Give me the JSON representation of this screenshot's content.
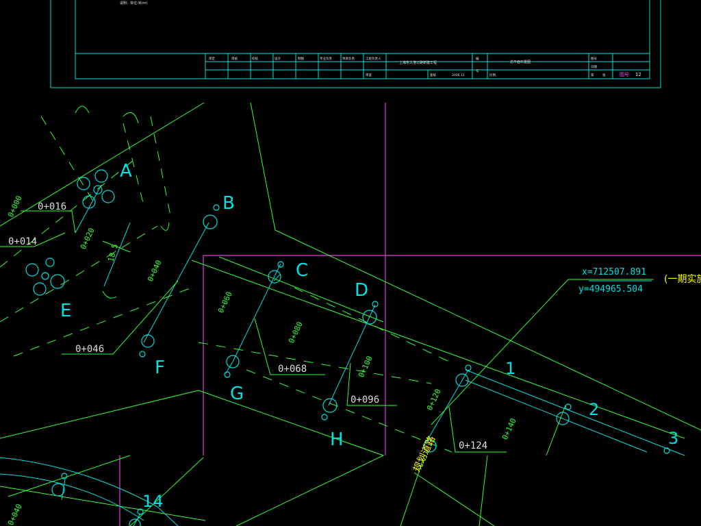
{
  "colors": {
    "background": "#000000",
    "cyan": "#00e0e0",
    "green": "#33ff33",
    "magenta": "#e040e0",
    "white": "#dddddd",
    "yellow": "#ffff00",
    "sheet_number": "#ff40ff"
  },
  "title_block": {
    "top_note": "说明：单位:米(m)",
    "project_name": "上海东大港公路新建工程",
    "drawing_name": "总平面布置图",
    "date": "2006.12",
    "sheet_label": "图号",
    "sheet_no": "12",
    "cells": [
      "审定",
      "审核",
      "校核",
      "设计",
      "制图",
      "专业负责",
      "项目负责",
      "工程负责人",
      "复核",
      "审查",
      "编",
      "号",
      "监",
      "制",
      "图号",
      "日期",
      "比例",
      "第",
      "张"
    ]
  },
  "labels": {
    "A": "A",
    "B": "B",
    "C": "C",
    "D": "D",
    "E": "E",
    "F": "F",
    "G": "G",
    "H": "H",
    "n1": "1",
    "n2": "2",
    "n3": "3",
    "n14": "14"
  },
  "stations": {
    "s016": "0+016",
    "s014": "0+014",
    "s046": "0+046",
    "s068": "0+068",
    "s096": "0+096",
    "s124": "0+124"
  },
  "chainages": {
    "c000": "0+000",
    "c020": "0+020",
    "c040": "0+040",
    "c060": "0+060",
    "c080": "0+080",
    "c100": "0+100",
    "c120": "0+120",
    "c140": "0+140",
    "c040b": "0+040"
  },
  "dimension": "18.5",
  "coordinates": {
    "x": "x=712507.891",
    "y": "y=494965.504"
  },
  "phase_note": "(一期实施起",
  "road_note": "规划道路"
}
